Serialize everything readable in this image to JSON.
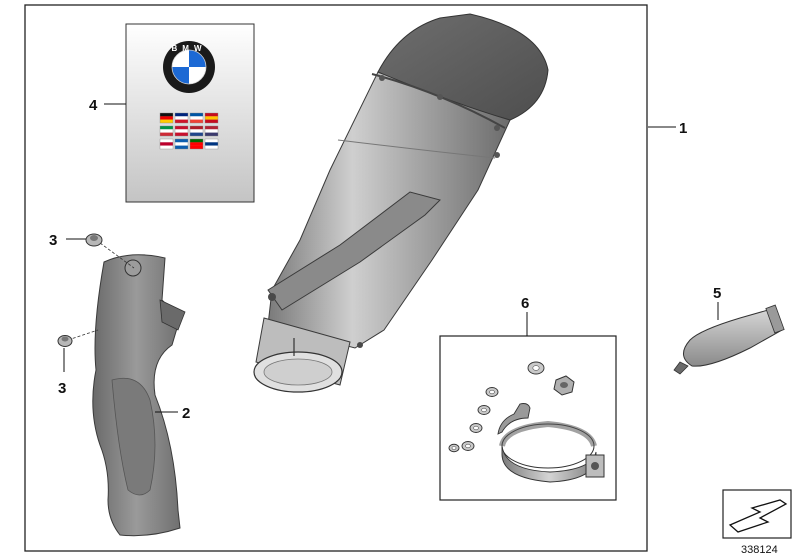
{
  "diagram": {
    "id_label": "338124",
    "callouts": {
      "silencer": "1",
      "heat_shield": "2",
      "screw_upper": "3",
      "screw_lower": "3",
      "manual": "4",
      "paste_tube": "5",
      "mounting_kit": "6"
    },
    "manual_cover": {
      "logo_text": "BMW",
      "flag_count": 16
    },
    "colors": {
      "part_gray": "#8e8e8e",
      "part_light": "#c8c8c8",
      "part_dark": "#5a5a5a",
      "frame": "#222222",
      "bmw_blue": "#1c69d4"
    }
  }
}
